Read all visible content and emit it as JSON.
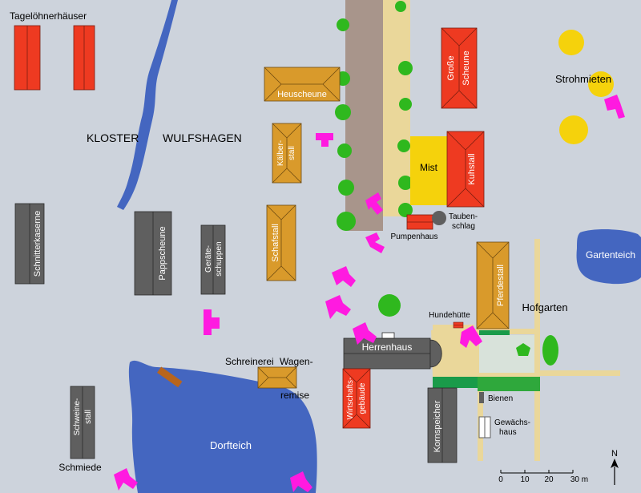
{
  "colors": {
    "background": "#cdd3dc",
    "water": "#4466c0",
    "dark_building": "#5f5f5f",
    "red_building": "#ee3a21",
    "brown_building": "#d99a2b",
    "magenta_marker": "#ff1ae0",
    "tree": "#2fb81e",
    "yellow": "#f5d20c",
    "road": "#ead79a",
    "path": "#a8958b"
  },
  "labels": {
    "tageloehner": "Tagelöhnerhäuser",
    "kloster": "KLOSTER",
    "wulfshagen": "WULFSHAGEN",
    "heuscheune": "Heuscheune",
    "kaelberstall_1": "Kälber-",
    "kaelberstall_2": "stall",
    "grosse_scheune_1": "Große",
    "grosse_scheune_2": "Scheune",
    "strohmieten": "Strohmieten",
    "mist": "Mist",
    "kuhstall": "Kuhstall",
    "taubenschlag_1": "Tauben-",
    "taubenschlag_2": "schlag",
    "pumpenhaus": "Pumpenhaus",
    "schnitterkaserne": "Schnitterkaserne",
    "pappscheune": "Pappscheune",
    "geraeteschuppen_1": "Geräte-",
    "geraeteschuppen_2": "schuppen",
    "schafstall": "Schafstall",
    "pferdestall": "Pferdestall",
    "gartenteich": "Gartenteich",
    "hofgarten": "Hofgarten",
    "hundehuette": "Hundehütte",
    "herrenhaus": "Herrenhaus",
    "schreinerei": "Schreinerei",
    "wagen": "Wagen-",
    "remise": "remise",
    "wirtschaft_1": "Wirtschafts-",
    "wirtschaft_2": "gebäude",
    "kornspeicher": "Kornspeicher",
    "bienen": "Bienen",
    "gewaechs_1": "Gewächs-",
    "gewaechs_2": "haus",
    "dorfteich": "Dorfteich",
    "schweinestall_1": "Schweine-",
    "schweinestall_2": "stall",
    "schmiede": "Schmiede"
  },
  "scale_bar": {
    "ticks": [
      "0",
      "10",
      "20",
      "30 m"
    ]
  },
  "north_arrow": {
    "label": "N"
  }
}
